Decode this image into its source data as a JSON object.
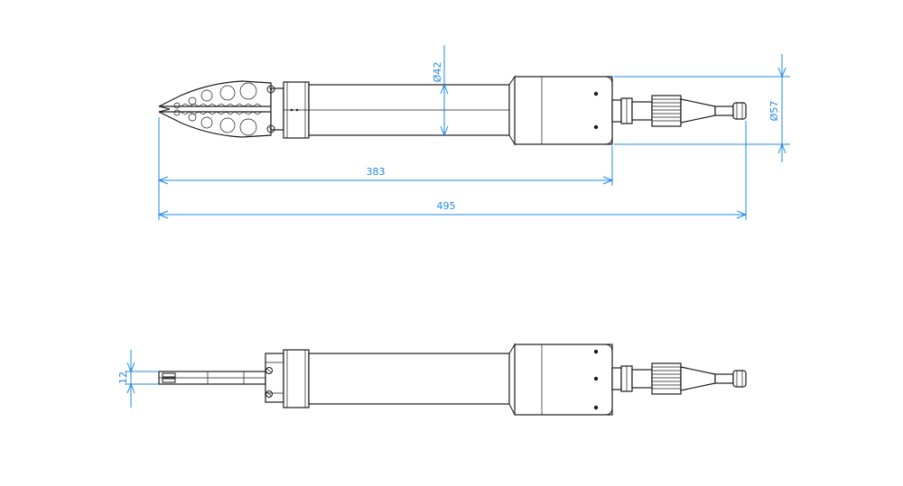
{
  "drawing": {
    "colors": {
      "outline": "#1a1a1a",
      "dimension": "#1e88e5",
      "background": "#ffffff"
    },
    "dimensions": {
      "dia_shaft": "Ø42",
      "dia_housing": "Ø57",
      "length_body": "383",
      "length_total": "495",
      "jaw_thickness": "12"
    }
  }
}
